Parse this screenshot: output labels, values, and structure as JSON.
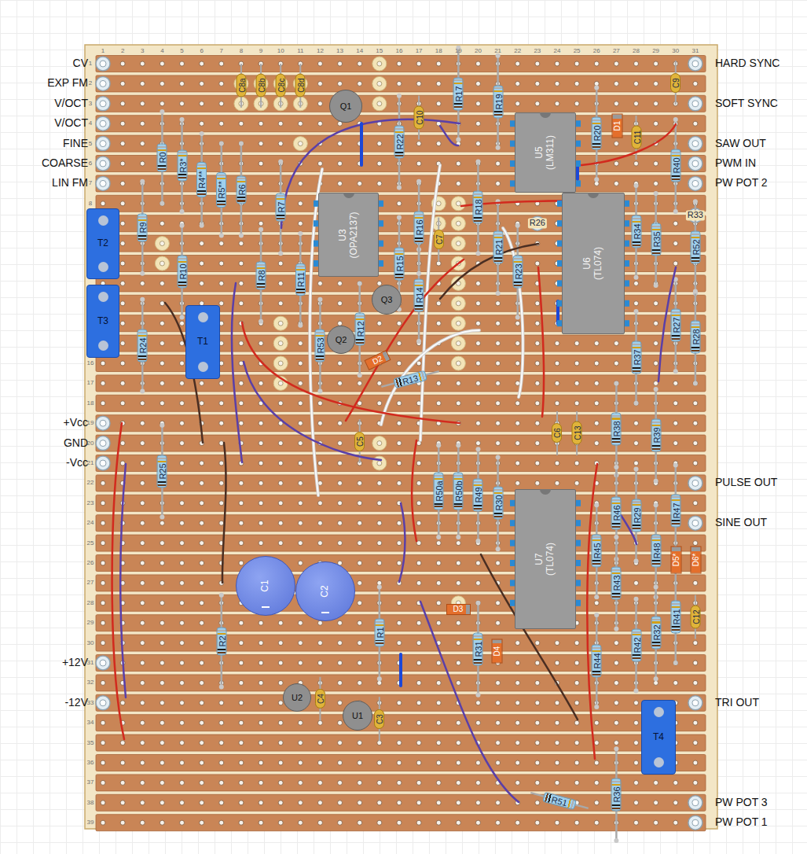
{
  "diagram": {
    "nodes": [
      {
        "text": [
          "U3 (OPA2137)"
        ]
      },
      {
        "text": [
          "U5 (LM311)"
        ]
      },
      {
        "text": [
          "U6 (TL074)"
        ]
      },
      {
        "text": [
          "U7 (TL074)"
        ]
      },
      {
        "text": [
          "Q1"
        ]
      },
      {
        "text": [
          "Q2"
        ]
      },
      {
        "text": [
          "Q3"
        ]
      },
      {
        "text": [
          "U2"
        ]
      },
      {
        "text": [
          "U1"
        ]
      },
      {
        "text": [
          "T2"
        ]
      },
      {
        "text": [
          "T3"
        ]
      },
      {
        "text": [
          "T1"
        ]
      },
      {
        "text": [
          "T4"
        ]
      },
      {
        "text": [
          "C1"
        ]
      },
      {
        "text": [
          "C2"
        ]
      },
      {
        "text": [
          "D1"
        ]
      },
      {
        "text": [
          "D2"
        ]
      },
      {
        "text": [
          "D3"
        ]
      },
      {
        "text": [
          "D4"
        ]
      },
      {
        "text": [
          "D5*"
        ]
      },
      {
        "text": [
          "D6*"
        ]
      }
    ],
    "labels": [
      "CV",
      "EXP FM",
      "V/OCT",
      "V/OCT",
      "FINE",
      "COARSE",
      "LIN FM",
      "+Vcc",
      "GND",
      "-Vcc",
      "+12V",
      "-12V",
      "HARD SYNC",
      "SOFT SYNC",
      "SAW OUT",
      "PWM IN",
      "PW POT 2",
      "PULSE OUT",
      "SINE OUT",
      "TRI OUT",
      "PW POT 3",
      "PW POT 1",
      "1",
      "2",
      "3",
      "4",
      "5",
      "6",
      "7",
      "8",
      "9",
      "10",
      "11",
      "12",
      "13",
      "14",
      "15",
      "16",
      "17",
      "18",
      "19",
      "20",
      "21",
      "22",
      "23",
      "24",
      "25",
      "26",
      "27",
      "28",
      "29",
      "30",
      "31",
      "1",
      "2",
      "3",
      "4",
      "5",
      "6",
      "7",
      "8",
      "16",
      "17",
      "18",
      "19",
      "20",
      "21",
      "22",
      "23",
      "24",
      "25",
      "26",
      "27",
      "28",
      "29",
      "30",
      "31",
      "32",
      "33",
      "34",
      "35",
      "36",
      "37",
      "38",
      "39",
      "R0",
      "R3*",
      "R4**",
      "R5**",
      "R6",
      "R7",
      "R8",
      "R9",
      "R10",
      "R11",
      "R24",
      "R25",
      "R2",
      "R1",
      "R53",
      "R12",
      "R15",
      "R14",
      "R16",
      "R17",
      "R19",
      "R22",
      "R18",
      "R21",
      "R23",
      "R20",
      "R40",
      "R34",
      "R35",
      "R52",
      "R27",
      "R28",
      "R37",
      "R38",
      "R39",
      "R50a",
      "R50b",
      "R49",
      "R30",
      "R46",
      "R29",
      "R47",
      "R45",
      "R43",
      "R48",
      "R41",
      "R32",
      "R42",
      "R44",
      "R31",
      "R36",
      "R51",
      "R13",
      "C8a",
      "C8b",
      "C8c",
      "C8d",
      "C10",
      "C11",
      "C9",
      "C7",
      "C5",
      "C6",
      "C13",
      "C4",
      "C3",
      "C12",
      "R26",
      "R33"
    ]
  }
}
